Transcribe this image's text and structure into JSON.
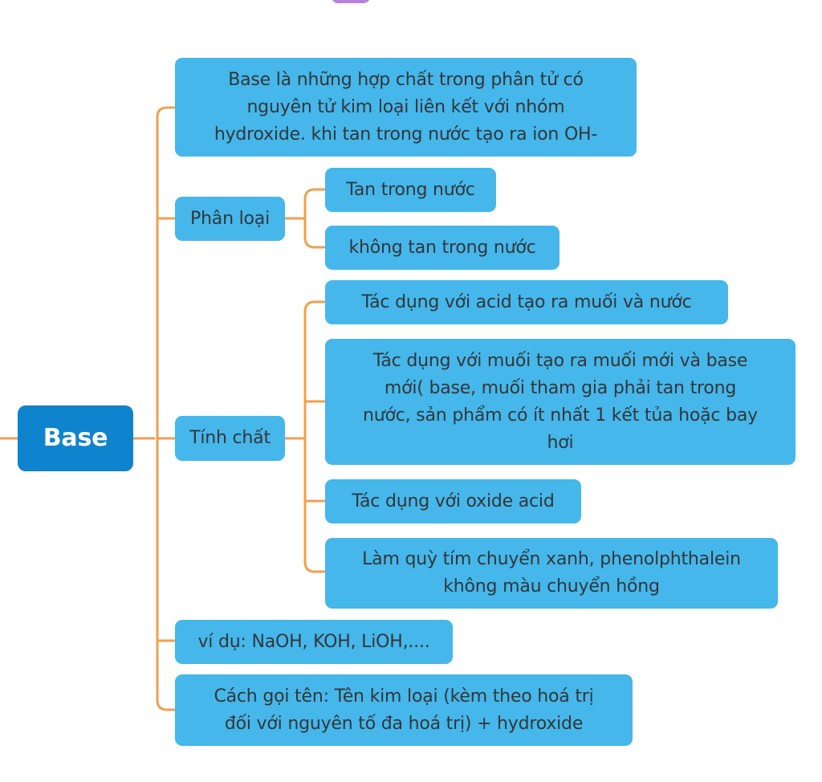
{
  "mindmap": {
    "root": {
      "label": "Base"
    },
    "definition": {
      "lines": [
        "Base là những hợp chất trong phân tử có",
        "nguyên tử kim loại liên kết với nhóm",
        "hydroxide. khi tan trong nước tạo ra ion OH-"
      ]
    },
    "classification": {
      "label": "Phân loại",
      "children": [
        "Tan trong nước",
        "không tan trong nước"
      ]
    },
    "properties": {
      "label": "Tính chất",
      "children": [
        {
          "lines": [
            "Tác dụng với acid tạo ra muối và nước"
          ]
        },
        {
          "lines": [
            "Tác dụng với muối tạo ra muối mới và base",
            "mới( base, muối tham gia phải tan trong",
            "nước, sản phẩm có ít nhất 1 kết tủa hoặc bay",
            "hơi"
          ]
        },
        {
          "lines": [
            "Tác dụng với oxide acid"
          ]
        },
        {
          "lines": [
            "Làm quỳ tím chuyển xanh, phenolphthalein",
            "không màu chuyển hồng"
          ]
        }
      ]
    },
    "examples": {
      "label": "ví dụ: NaOH, KOH, LiOH,...."
    },
    "naming": {
      "lines": [
        "Cách gọi tên: Tên kim loại (kèm theo hoá trị",
        "đối với nguyên tố đa hoá trị) + hydroxide"
      ]
    },
    "colors": {
      "root": "#0e84cf",
      "node": "#45b7ea",
      "connector": "#f0a052",
      "node_text": "#33363a",
      "root_text": "#ffffff"
    }
  }
}
